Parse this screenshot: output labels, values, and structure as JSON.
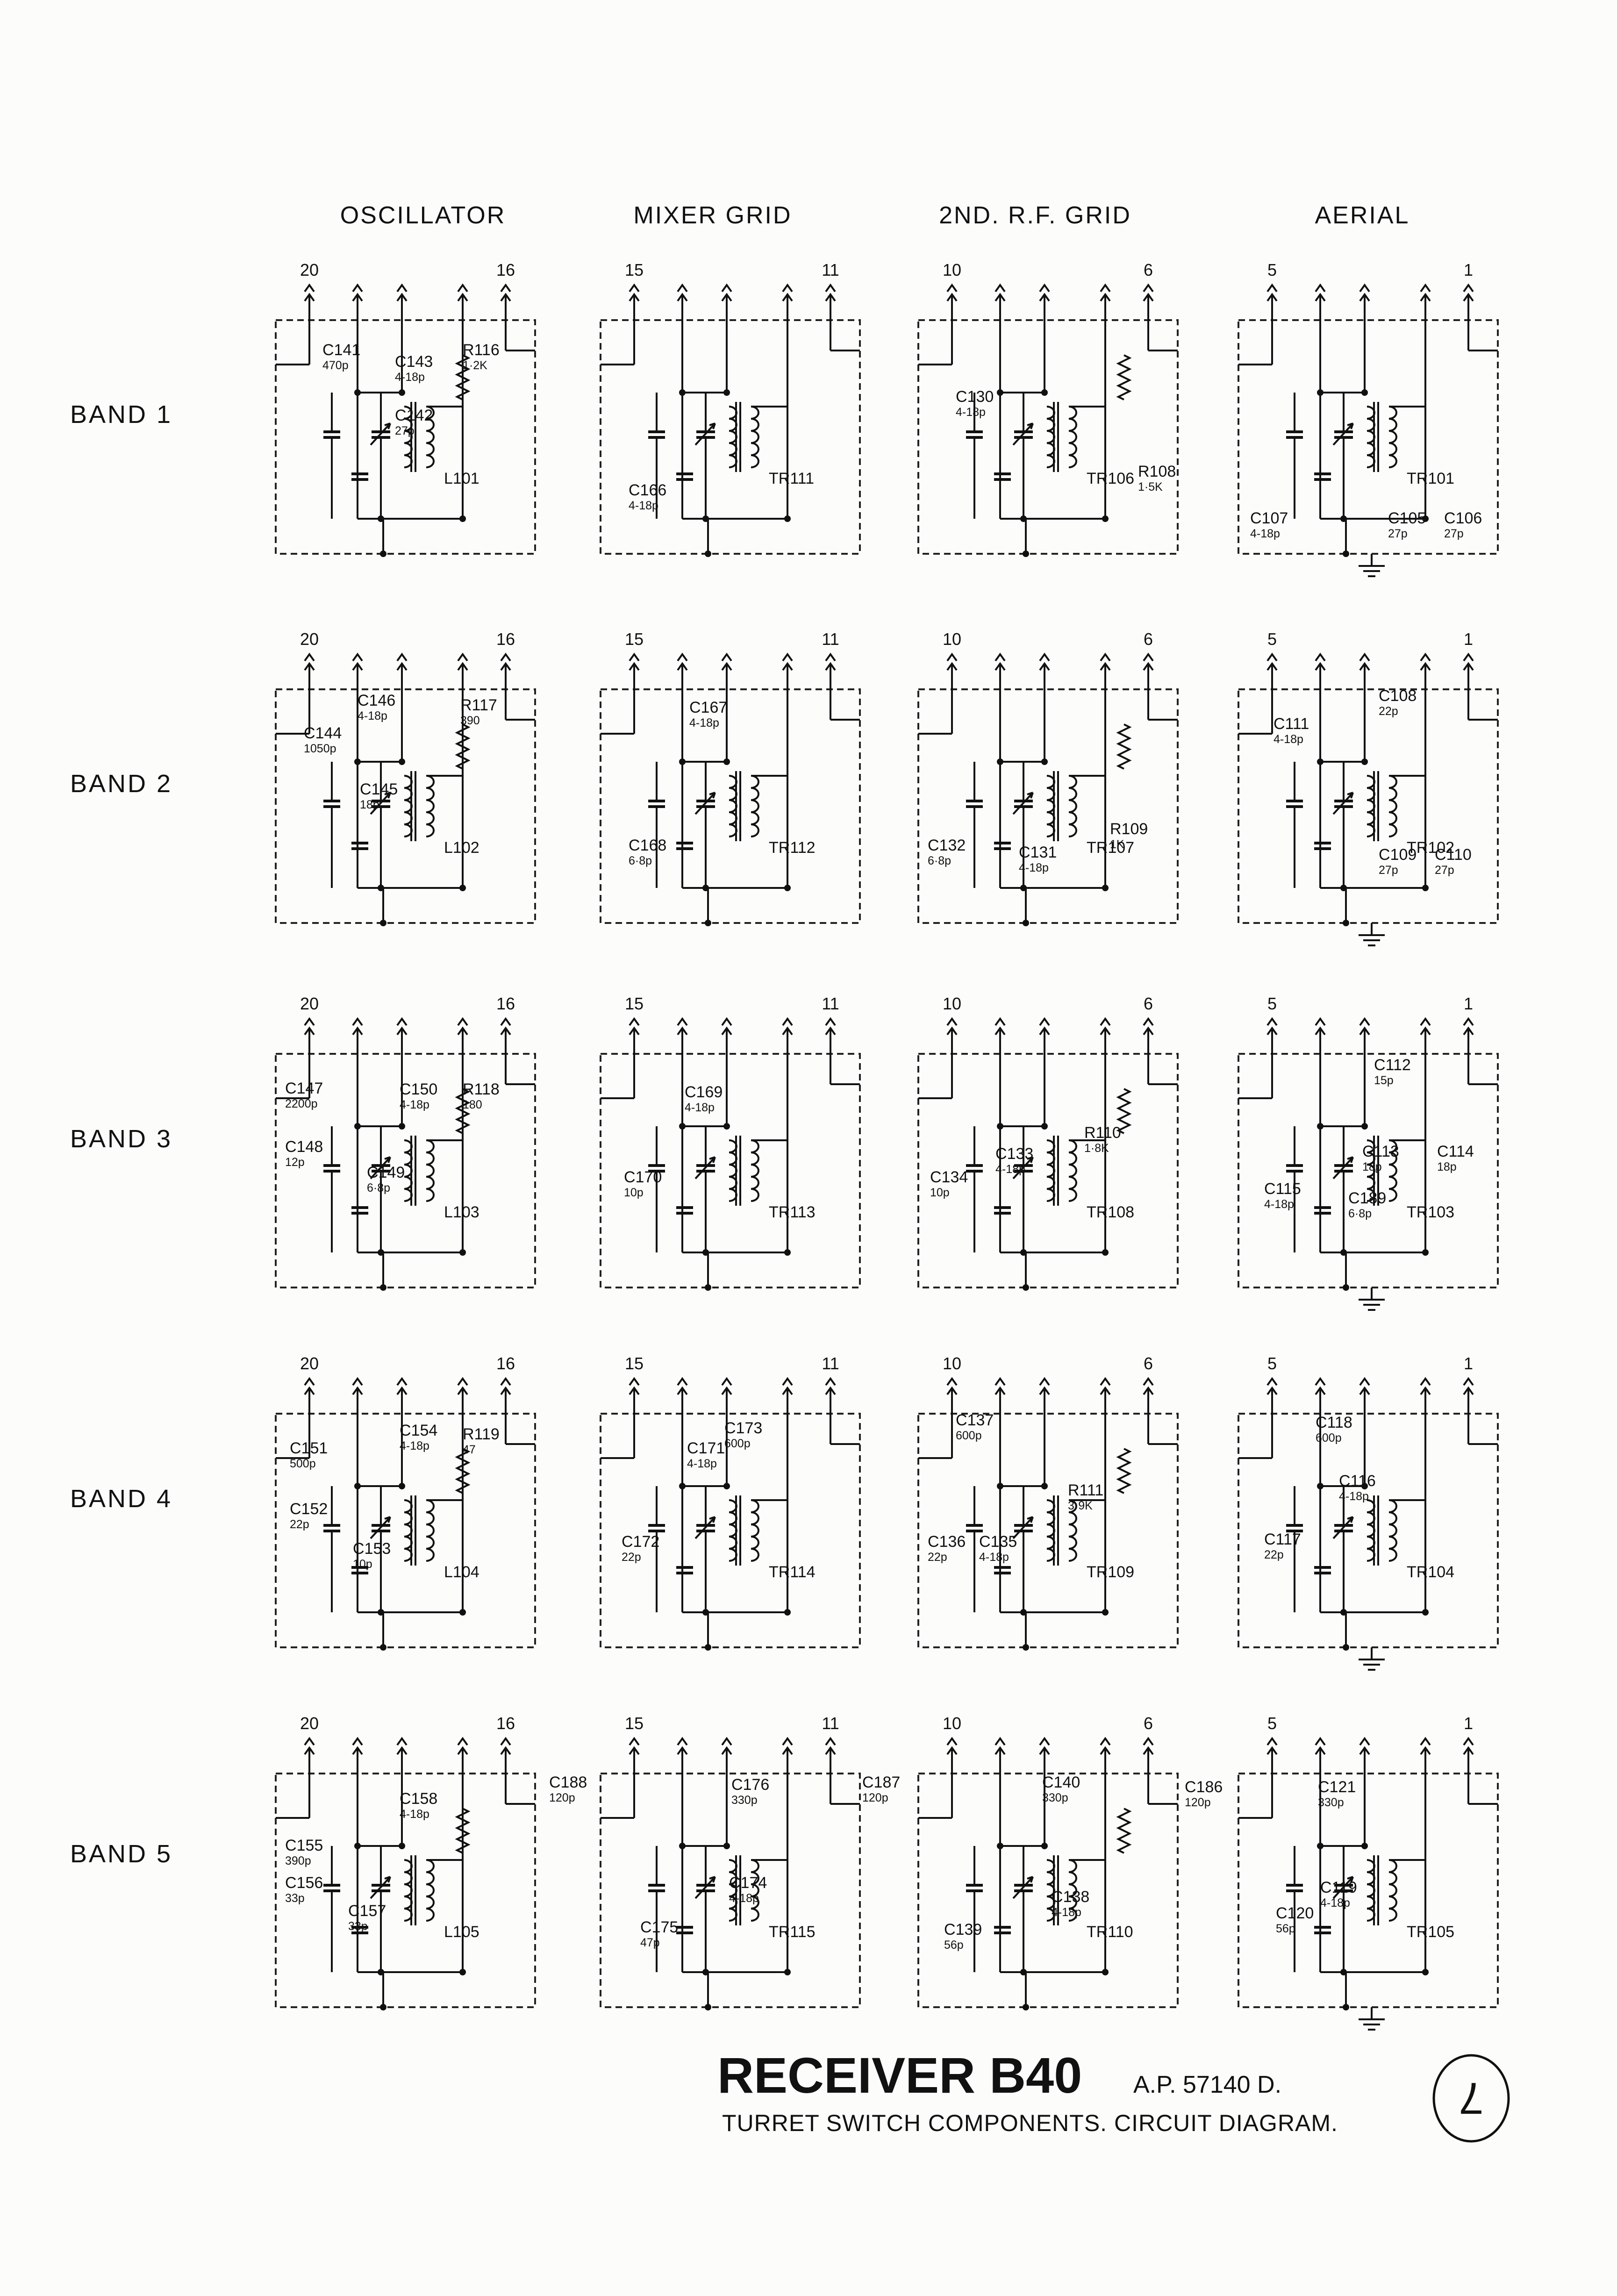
{
  "title": "RECEIVER B40",
  "ap_number": "A.P. 57140 D.",
  "subtitle": "TURRET SWITCH COMPONENTS. CIRCUIT DIAGRAM.",
  "page_number": "7",
  "columns": [
    {
      "label": "OSCILLATOR",
      "terminal_left": "20",
      "terminal_right": "16"
    },
    {
      "label": "MIXER GRID",
      "terminal_left": "15",
      "terminal_right": "11"
    },
    {
      "label": "2ND. R.F. GRID",
      "terminal_left": "10",
      "terminal_right": "6"
    },
    {
      "label": "AERIAL",
      "terminal_left": "5",
      "terminal_right": "1"
    }
  ],
  "bands": [
    {
      "label": "BAND 1",
      "cells": [
        {
          "transformer": "L101",
          "components": [
            {
              "ref": "C141",
              "value": "470p"
            },
            {
              "ref": "C142",
              "value": "27p"
            },
            {
              "ref": "C143",
              "value": "4-18p"
            },
            {
              "ref": "R116",
              "value": "1·2K"
            }
          ]
        },
        {
          "transformer": "TR111",
          "components": [
            {
              "ref": "C166",
              "value": "4-18p"
            }
          ]
        },
        {
          "transformer": "TR106",
          "components": [
            {
              "ref": "C130",
              "value": "4-18p"
            },
            {
              "ref": "R108",
              "value": "1·5K"
            }
          ]
        },
        {
          "transformer": "TR101",
          "components": [
            {
              "ref": "C107",
              "value": "4-18p"
            },
            {
              "ref": "C105",
              "value": "27p"
            },
            {
              "ref": "C106",
              "value": "27p"
            }
          ]
        }
      ]
    },
    {
      "label": "BAND 2",
      "cells": [
        {
          "transformer": "L102",
          "components": [
            {
              "ref": "C144",
              "value": "1050p"
            },
            {
              "ref": "C145",
              "value": "18p"
            },
            {
              "ref": "C146",
              "value": "4-18p"
            },
            {
              "ref": "R117",
              "value": "390"
            }
          ]
        },
        {
          "transformer": "TR112",
          "components": [
            {
              "ref": "C167",
              "value": "4-18p"
            },
            {
              "ref": "C168",
              "value": "6·8p"
            }
          ]
        },
        {
          "transformer": "TR107",
          "components": [
            {
              "ref": "C132",
              "value": "6·8p"
            },
            {
              "ref": "C131",
              "value": "4-18p"
            },
            {
              "ref": "R109",
              "value": "1K"
            }
          ]
        },
        {
          "transformer": "TR102",
          "components": [
            {
              "ref": "C111",
              "value": "4-18p"
            },
            {
              "ref": "C108",
              "value": "22p"
            },
            {
              "ref": "C109",
              "value": "27p"
            },
            {
              "ref": "C110",
              "value": "27p"
            }
          ]
        }
      ]
    },
    {
      "label": "BAND 3",
      "cells": [
        {
          "transformer": "L103",
          "components": [
            {
              "ref": "C147",
              "value": "2200p"
            },
            {
              "ref": "C148",
              "value": "12p"
            },
            {
              "ref": "C149",
              "value": "6·8p"
            },
            {
              "ref": "C150",
              "value": "4-18p"
            },
            {
              "ref": "R118",
              "value": "180"
            }
          ]
        },
        {
          "transformer": "TR113",
          "components": [
            {
              "ref": "C169",
              "value": "4-18p"
            },
            {
              "ref": "C170",
              "value": "10p"
            }
          ]
        },
        {
          "transformer": "TR108",
          "components": [
            {
              "ref": "C133",
              "value": "4-18p"
            },
            {
              "ref": "C134",
              "value": "10p"
            },
            {
              "ref": "R110",
              "value": "1·8K"
            }
          ]
        },
        {
          "transformer": "TR103",
          "components": [
            {
              "ref": "C112",
              "value": "15p"
            },
            {
              "ref": "C113",
              "value": "18p"
            },
            {
              "ref": "C114",
              "value": "18p"
            },
            {
              "ref": "C115",
              "value": "4-18p"
            },
            {
              "ref": "C189",
              "value": "6·8p"
            }
          ]
        }
      ]
    },
    {
      "label": "BAND 4",
      "cells": [
        {
          "transformer": "L104",
          "components": [
            {
              "ref": "C151",
              "value": "500p"
            },
            {
              "ref": "C152",
              "value": "22p"
            },
            {
              "ref": "C153",
              "value": "10p"
            },
            {
              "ref": "C154",
              "value": "4-18p"
            },
            {
              "ref": "R119",
              "value": "47"
            }
          ]
        },
        {
          "transformer": "TR114",
          "components": [
            {
              "ref": "C173",
              "value": "600p"
            },
            {
              "ref": "C171",
              "value": "4-18p"
            },
            {
              "ref": "C172",
              "value": "22p"
            }
          ]
        },
        {
          "transformer": "TR109",
          "components": [
            {
              "ref": "C137",
              "value": "600p"
            },
            {
              "ref": "C136",
              "value": "22p"
            },
            {
              "ref": "C135",
              "value": "4-18p"
            },
            {
              "ref": "R111",
              "value": "3·9K"
            }
          ]
        },
        {
          "transformer": "TR104",
          "components": [
            {
              "ref": "C118",
              "value": "600p"
            },
            {
              "ref": "C116",
              "value": "4-18p"
            },
            {
              "ref": "C117",
              "value": "22p"
            }
          ]
        }
      ]
    },
    {
      "label": "BAND 5",
      "cells": [
        {
          "transformer": "L105",
          "components": [
            {
              "ref": "C155",
              "value": "390p"
            },
            {
              "ref": "C156",
              "value": "33p"
            },
            {
              "ref": "C157",
              "value": "33p"
            },
            {
              "ref": "C158",
              "value": "4-18p"
            }
          ]
        },
        {
          "transformer": "TR115",
          "components": [
            {
              "ref": "C188",
              "value": "120p"
            },
            {
              "ref": "C176",
              "value": "330p"
            },
            {
              "ref": "C174",
              "value": "4-18p"
            },
            {
              "ref": "C175",
              "value": "47p"
            }
          ]
        },
        {
          "transformer": "TR110",
          "components": [
            {
              "ref": "C187",
              "value": "120p"
            },
            {
              "ref": "C140",
              "value": "330p"
            },
            {
              "ref": "C138",
              "value": "4-18p"
            },
            {
              "ref": "C139",
              "value": "56p"
            }
          ]
        },
        {
          "transformer": "TR105",
          "components": [
            {
              "ref": "C186",
              "value": "120p"
            },
            {
              "ref": "C121",
              "value": "330p"
            },
            {
              "ref": "C119",
              "value": "4-18p"
            },
            {
              "ref": "C120",
              "value": "56p"
            }
          ]
        }
      ]
    }
  ]
}
